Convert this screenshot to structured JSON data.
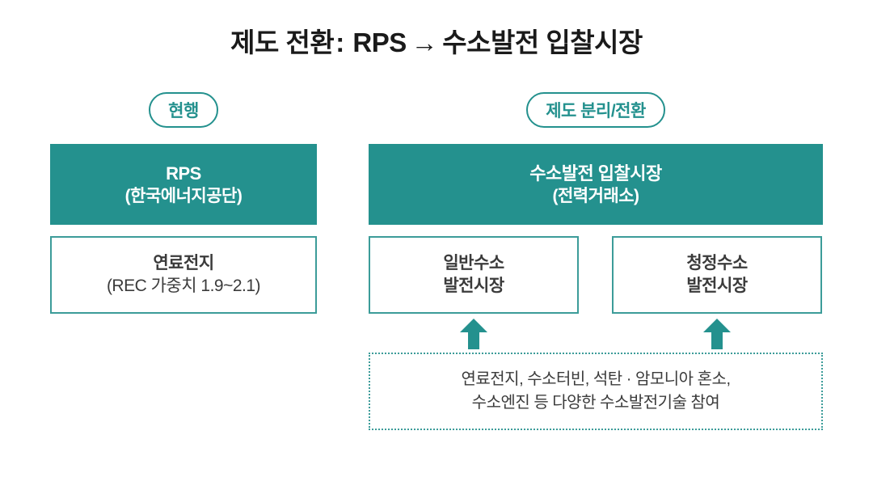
{
  "title": {
    "prefix": "제도 전환",
    "colon": ":",
    "from": "RPS",
    "arrow": "→",
    "to": "수소발전 입찰시장",
    "full": "제도 전환 : RPS → 수소발전 입찰시장"
  },
  "colors": {
    "teal_fill": "#24918e",
    "teal_border": "#3c9c99",
    "text_dark": "#3b3b3b",
    "title_text": "#1a1a1a",
    "white": "#ffffff"
  },
  "left_column": {
    "badge": "현행",
    "header": {
      "line1": "RPS",
      "line2": "(한국에너지공단)"
    },
    "box": {
      "line1": "연료전지",
      "line2": "(REC 가중치 1.9~2.1)"
    }
  },
  "right_column": {
    "badge": "제도 분리/전환",
    "header": {
      "line1": "수소발전 입찰시장",
      "line2": "(전력거래소)"
    },
    "markets": [
      {
        "line1": "일반수소",
        "line2": "발전시장"
      },
      {
        "line1": "청정수소",
        "line2": "발전시장"
      }
    ],
    "arrows": {
      "icon": "up-arrow-icon",
      "count": 2
    },
    "note": {
      "line1": "연료전지, 수소터빈, 석탄 · 암모니아 혼소,",
      "line2": "수소엔진 등 다양한 수소발전기술 참여"
    }
  }
}
